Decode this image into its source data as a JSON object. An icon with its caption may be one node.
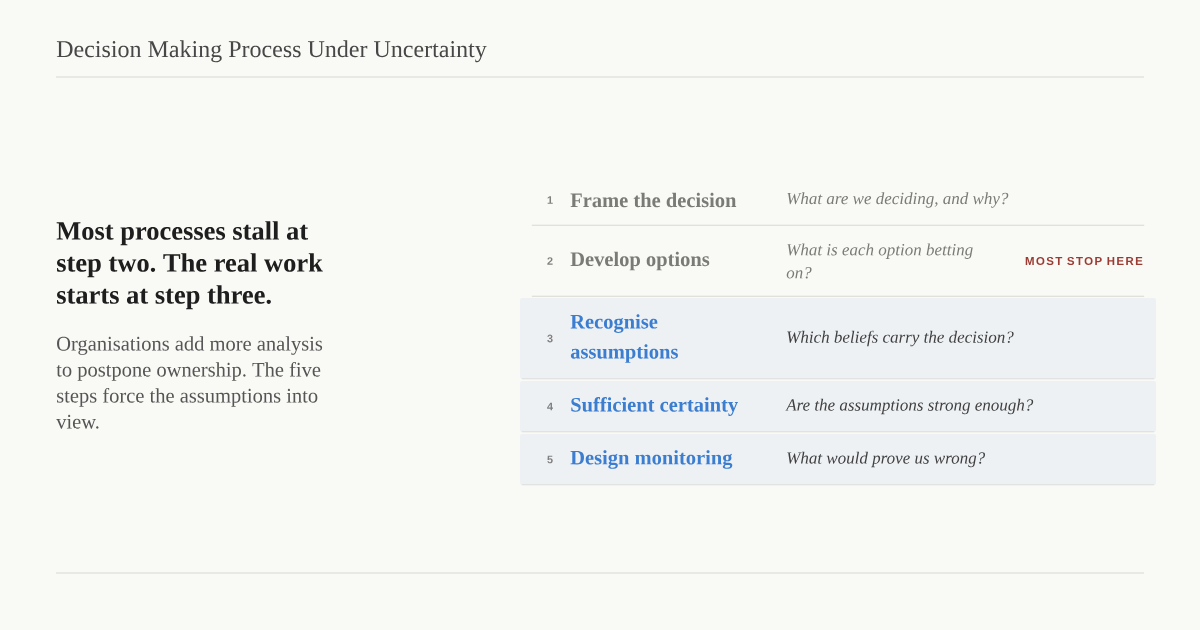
{
  "diagram": {
    "title": "Decision Making Process Under Uncertainty",
    "nodes": [
      {
        "text": [
          "1",
          "Frame the decision",
          "What are we deciding, and why?"
        ]
      },
      {
        "text": [
          "2",
          "Develop options",
          "What is each option betting on?",
          "MOST STOP HERE"
        ]
      },
      {
        "text": [
          "3",
          "Recognise assumptions",
          "Which beliefs carry the decision?"
        ]
      },
      {
        "text": [
          "4",
          "Sufficient certainty",
          "Are the assumptions strong enough?"
        ]
      },
      {
        "text": [
          "5",
          "Design monitoring",
          "What would prove us wrong?"
        ]
      }
    ],
    "labels": [
      "Most processes stall at step two. The real work starts at step three.",
      "Organisations add more analysis to postpone ownership. The five steps force the assumptions into view."
    ]
  }
}
